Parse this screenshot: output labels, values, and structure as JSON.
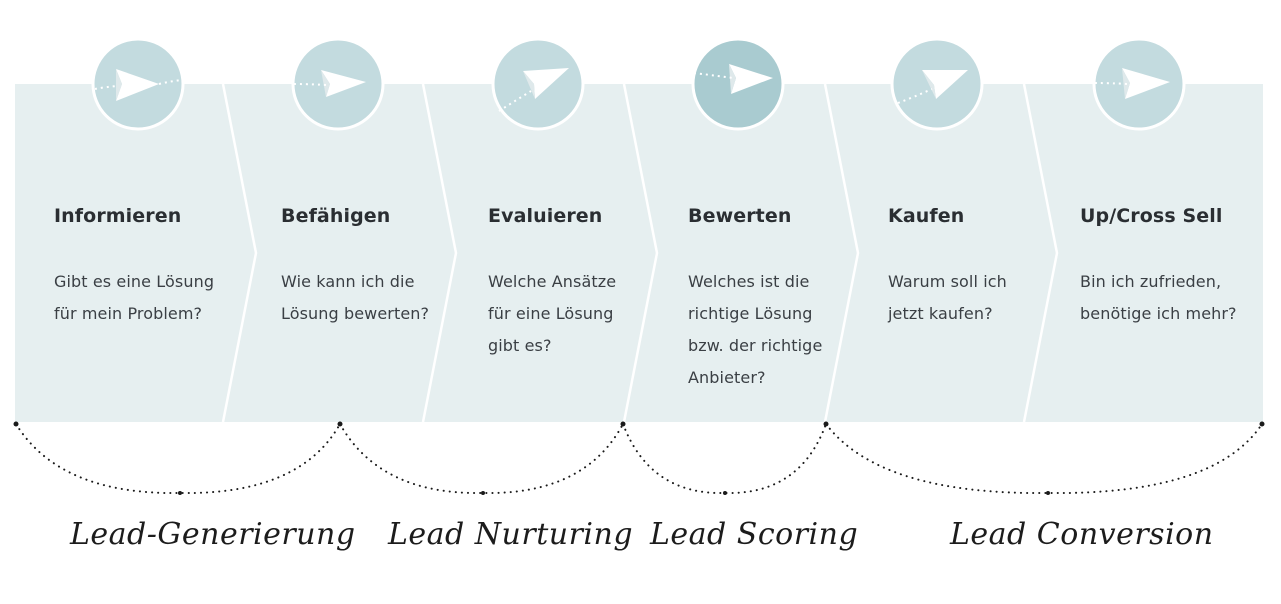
{
  "stages": [
    {
      "title": "Informieren",
      "text": "Gibt es eine Lösung\nfür mein Problem?",
      "icon": "paper-plane-icon"
    },
    {
      "title": "Befähigen",
      "text": "Wie kann ich die\nLösung bewerten?",
      "icon": "paper-plane-icon"
    },
    {
      "title": "Evaluieren",
      "text": "Welche Ansätze\nfür eine Lösung\ngibt es?",
      "icon": "paper-plane-icon"
    },
    {
      "title": "Bewerten",
      "text": "Welches ist die\nrichtige Lösung\nbzw. der richtige\nAnbieter?",
      "icon": "paper-plane-icon"
    },
    {
      "title": "Kaufen",
      "text": "Warum soll ich\njetzt kaufen?",
      "icon": "paper-plane-icon"
    },
    {
      "title": "Up/Cross Sell",
      "text": "Bin ich zufrieden,\nbenötige ich mehr?",
      "icon": "paper-plane-icon"
    }
  ],
  "phases": [
    {
      "label": "Lead-Generierung"
    },
    {
      "label": "Lead Nurturing"
    },
    {
      "label": "Lead Scoring"
    },
    {
      "label": "Lead Conversion"
    }
  ],
  "colors": {
    "band": "#e6eff0",
    "separator": "#ffffff",
    "circle": "#c3dbdf",
    "circle_active": "#a9cbd0",
    "text": "#2e3236",
    "dots": "#1a1a1a"
  }
}
